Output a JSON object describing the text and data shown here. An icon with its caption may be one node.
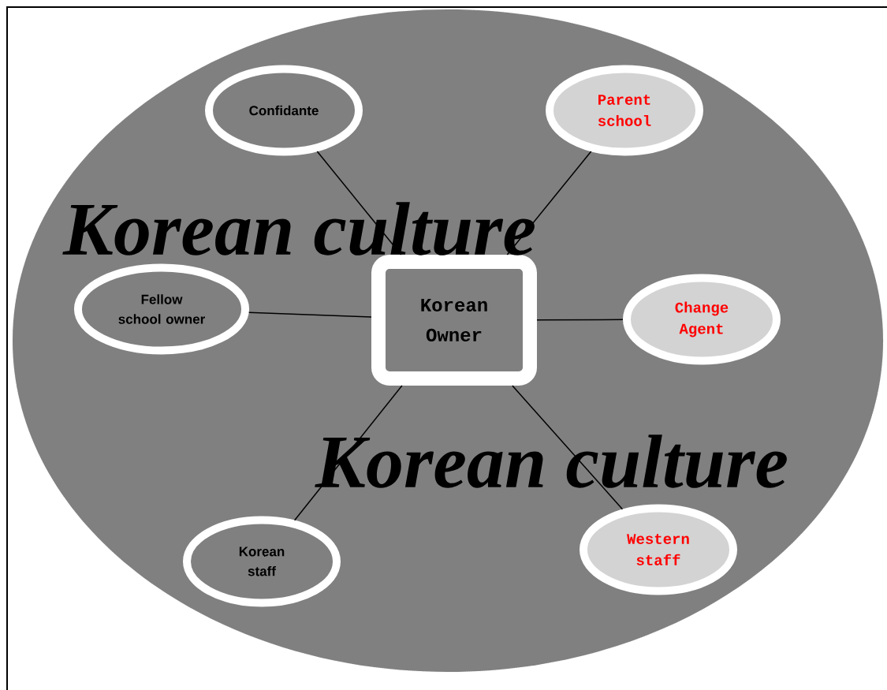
{
  "diagram": {
    "nodes": [
      {
        "text": [
          "Korean culture",
          "Korean culture"
        ]
      },
      {
        "text": [
          "Confidante"
        ],
        "in": 0
      },
      {
        "text": [
          "Parent school"
        ],
        "in": 0
      },
      {
        "text": [
          "Fellow school owner"
        ],
        "in": 0
      },
      {
        "text": [
          "Korean Owner"
        ],
        "in": 0
      },
      {
        "text": [
          "Change Agent"
        ],
        "in": 0
      },
      {
        "text": [
          "Korean staff"
        ],
        "in": 0
      },
      {
        "text": [
          "Western staff"
        ],
        "in": 0
      }
    ],
    "edges": [
      {
        "from": 4,
        "to": 1,
        "arrow": "none"
      },
      {
        "from": 4,
        "to": 2,
        "arrow": "none"
      },
      {
        "from": 4,
        "to": 3,
        "arrow": "none"
      },
      {
        "from": 4,
        "to": 5,
        "arrow": "none"
      },
      {
        "from": 4,
        "to": 6,
        "arrow": "none"
      },
      {
        "from": 4,
        "to": 7,
        "arrow": "none"
      }
    ]
  }
}
